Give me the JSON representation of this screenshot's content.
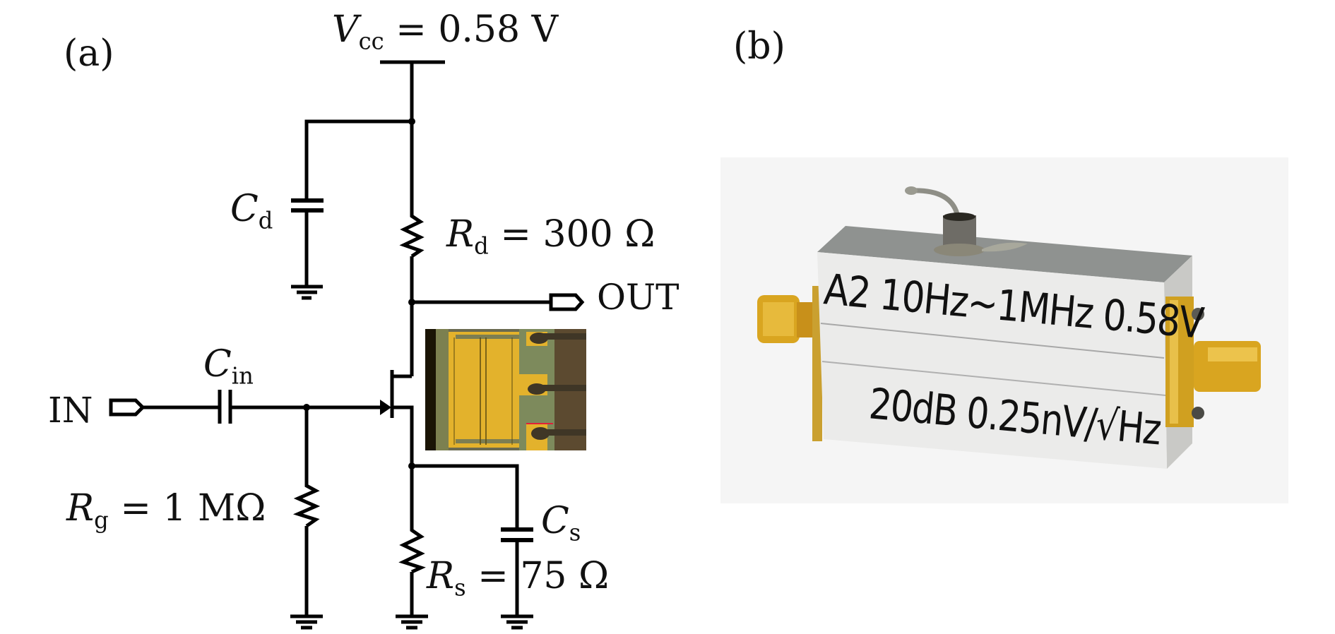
{
  "panels": {
    "a": {
      "tag": "(a)"
    },
    "b": {
      "tag": "(b)"
    }
  },
  "circuit": {
    "vcc": {
      "symbol": "V",
      "subscript": "cc",
      "equals": "=",
      "value": "0.58 V"
    },
    "cd": {
      "symbol": "C",
      "subscript": "d"
    },
    "rd": {
      "symbol": "R",
      "subscript": "d",
      "equals": "=",
      "value": "300 Ω"
    },
    "out_port": "OUT",
    "in_port": "IN",
    "cin": {
      "symbol": "C",
      "subscript": "in"
    },
    "rg": {
      "symbol": "R",
      "subscript": "g",
      "equals": "=",
      "value": "1 MΩ"
    },
    "cs": {
      "symbol": "C",
      "subscript": "s"
    },
    "rs": {
      "symbol": "R",
      "subscript": "s",
      "equals": "=",
      "value": "75 Ω"
    },
    "transistor": "n-channel JFET",
    "inset": "device micrograph"
  },
  "photo": {
    "label_line1": "A2 10Hz~1MHz 0.58V",
    "label_line2": "20dB 0.25nV/√Hz",
    "colors": {
      "background": "#f5f5f5",
      "gold": "#d9a520",
      "chip": "#e0b12a"
    }
  }
}
